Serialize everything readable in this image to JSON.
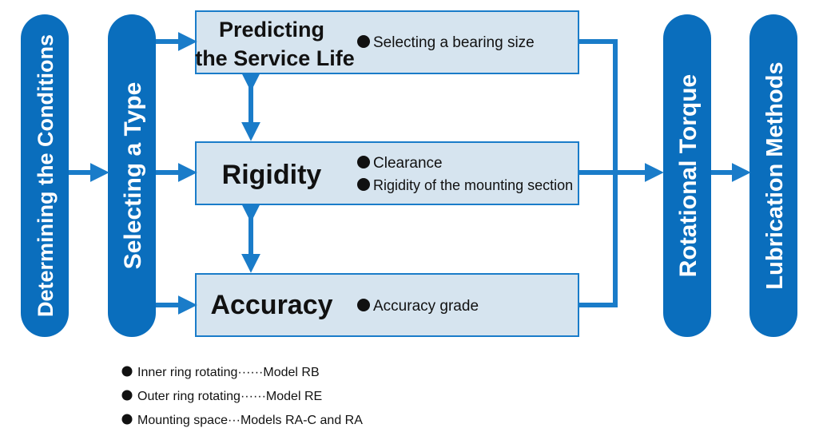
{
  "pills": {
    "conditions": "Determining the Conditions",
    "type": "Selecting a Type",
    "torque": "Rotational Torque",
    "lubrication": "Lubrication Methods"
  },
  "boxes": {
    "life": {
      "title_line1": "Predicting",
      "title_line2": "the Service Life",
      "bullet1": "Selecting a bearing size"
    },
    "rigidity": {
      "title": "Rigidity",
      "bullet1": "Clearance",
      "bullet2": "Rigidity of the mounting section"
    },
    "accuracy": {
      "title": "Accuracy",
      "bullet1": "Accuracy grade"
    }
  },
  "notes": [
    "Inner ring rotating······Model RB",
    "Outer ring rotating······Model RE",
    "Mounting space···Models RA-C and RA"
  ],
  "colors": {
    "pill": "#0a6ebd",
    "arrow": "#1a7cc9",
    "box_fill": "#d6e4ef",
    "box_stroke": "#1a7cc9"
  }
}
